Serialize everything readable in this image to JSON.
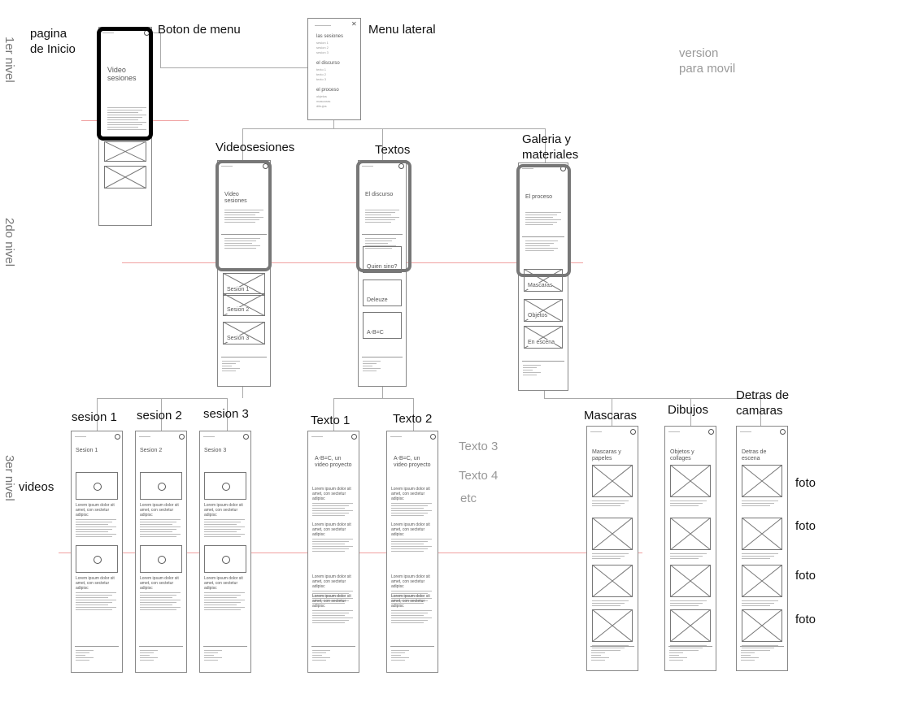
{
  "levels": [
    "1er nivel",
    "2do nivel",
    "3er nivel"
  ],
  "labels": {
    "home": "pagina\nde Inicio",
    "menu_button": "Boton de menu",
    "menu": "Menu lateral",
    "version": "version\npara movil",
    "videosesiones": "Videosesiones",
    "textos": "Textos",
    "galeria": "Galeria y\nmateriales",
    "sesion1": "sesion 1",
    "sesion2": "sesion 2",
    "sesion3": "sesion 3",
    "videos": "videos",
    "texto1": "Texto 1",
    "texto2": "Texto 2",
    "texto3": "Texto 3",
    "texto4": "Texto 4",
    "etc": "etc",
    "mascaras": "Mascaras",
    "dibujos": "Dibujos",
    "detras": "Detras de\ncamaras",
    "foto": [
      "foto",
      "foto",
      "foto",
      "foto"
    ]
  },
  "frames": {
    "home": {
      "title": "Video\nsesiones"
    },
    "menu": {
      "sections": [
        {
          "title": "las sesiones",
          "items": [
            "sesion 1",
            "sesion 2",
            "sesion 3"
          ]
        },
        {
          "title": "el discurso",
          "items": [
            "texto 1",
            "texto 2",
            "texto 3"
          ]
        },
        {
          "title": "el proceso",
          "items": [
            "objetos",
            "mascaras",
            "dibujos"
          ]
        }
      ]
    },
    "videosesiones": {
      "title": "Video\nsesiones",
      "boxes": [
        "Sesion 1",
        "Sesion 2",
        "Sesion 3"
      ]
    },
    "textos": {
      "title": "El discurso",
      "boxes": [
        "Quien sino?",
        "Deleuze",
        "A-B=C"
      ]
    },
    "galeria": {
      "title": "El proceso",
      "boxes": [
        "Mascaras",
        "Objetos",
        "En escena"
      ]
    },
    "s1": {
      "title": "Sesion 1",
      "para": "Lorem ipsum dolor sit amet, con sectetur adipisc"
    },
    "s2": {
      "title": "Sesion 2",
      "para": "Lorem ipsum dolor sit amet, con sectetur adipisc"
    },
    "s3": {
      "title": "Sesion 3",
      "para": "Lorem ipsum dolor sit amet, con sectetur adipisc"
    },
    "t1": {
      "title": "A-B=C, un video proyecto",
      "para": "Lorem ipsum dolor sit amet, con sectetur adipisc"
    },
    "t2": {
      "title": "A-B=C, un video proyecto",
      "para": "Lorem ipsum dolor sit amet, con sectetur adipisc"
    },
    "m": {
      "title": "Mascaras y papeles"
    },
    "d": {
      "title": "Objetos y collages"
    },
    "dc": {
      "title": "Detras de escena"
    }
  }
}
